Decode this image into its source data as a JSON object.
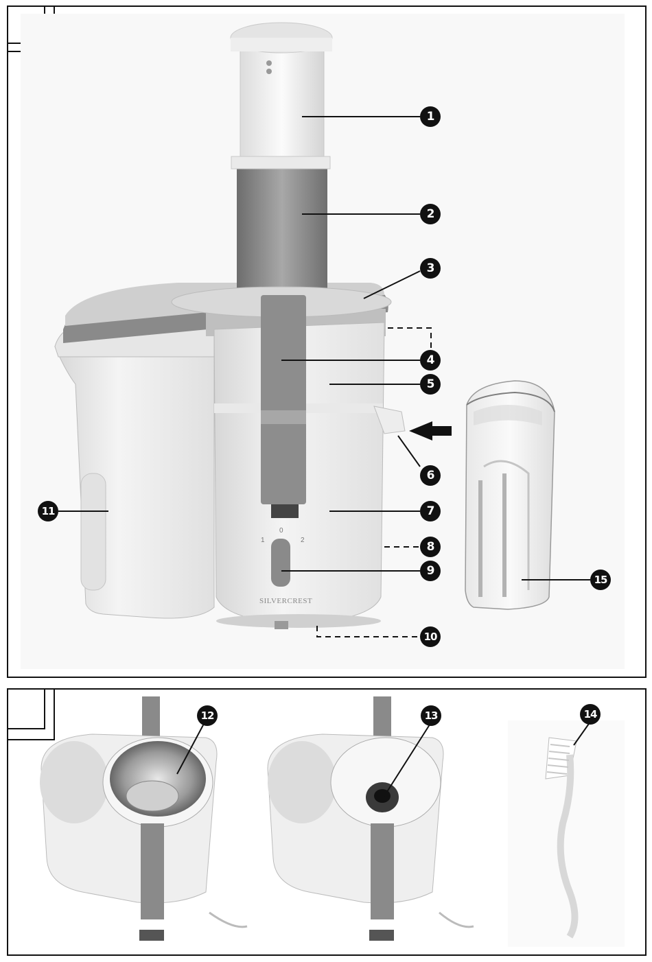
{
  "figure_a": {
    "callouts": {
      "c1": "1",
      "c2": "2",
      "c3": "3",
      "c4": "4",
      "c5": "5",
      "c6": "6",
      "c7": "7",
      "c8": "8",
      "c9": "9",
      "c10": "10",
      "c11": "11",
      "c15": "15"
    },
    "brand": "SILVERCREST",
    "dial": {
      "left": "1",
      "center": "0",
      "right": "2"
    }
  },
  "figure_b": {
    "callouts": {
      "c12": "12",
      "c13": "13",
      "c14": "14"
    }
  }
}
